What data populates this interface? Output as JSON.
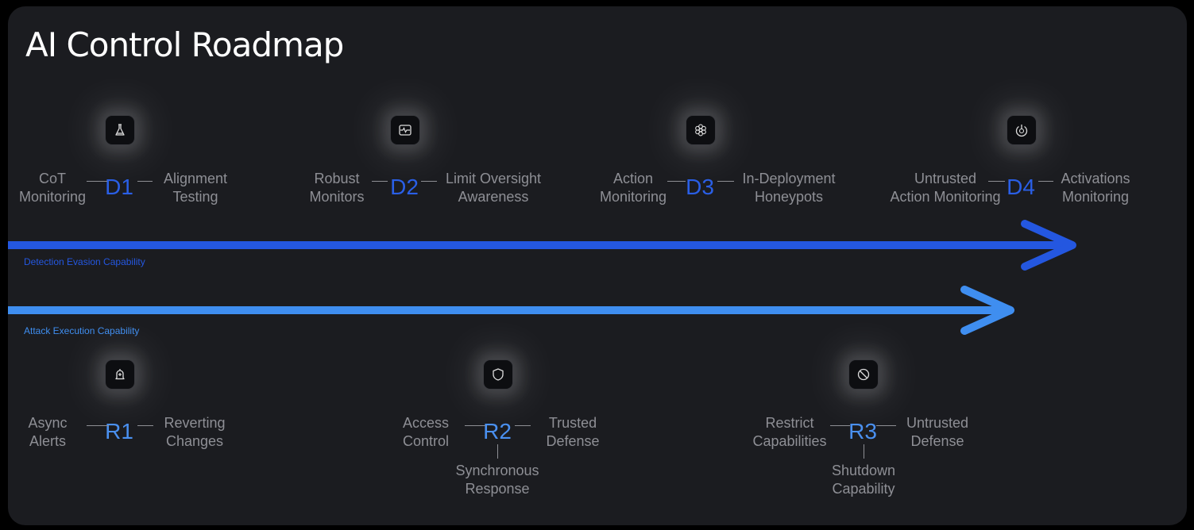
{
  "title": "AI Control Roadmap",
  "arrows": {
    "detection": {
      "label": "Detection Evasion Capability",
      "color": "#2457e0"
    },
    "attack": {
      "label": "Attack Execution Capability",
      "color": "#3f8ef0"
    }
  },
  "detection_nodes": [
    {
      "id": "D1",
      "icon": "flask-icon",
      "left": "CoT\nMonitoring",
      "right": "Alignment\nTesting"
    },
    {
      "id": "D2",
      "icon": "pulse-monitor-icon",
      "left": "Robust\nMonitors",
      "right": "Limit Oversight\nAwareness"
    },
    {
      "id": "D3",
      "icon": "flower-icon",
      "left": "Action\nMonitoring",
      "right": "In-Deployment\nHoneypots"
    },
    {
      "id": "D4",
      "icon": "power-dial-icon",
      "left": "Untrusted\nAction Monitoring",
      "right": "Activations\nMonitoring"
    }
  ],
  "response_nodes": [
    {
      "id": "R1",
      "icon": "bell-alert-icon",
      "left": "Async\nAlerts",
      "right": "Reverting\nChanges",
      "below": ""
    },
    {
      "id": "R2",
      "icon": "shield-icon",
      "left": "Access\nControl",
      "right": "Trusted\nDefense",
      "below": "Synchronous\nResponse"
    },
    {
      "id": "R3",
      "icon": "prohibit-icon",
      "left": "Restrict\nCapabilities",
      "right": "Untrusted\nDefense",
      "below": "Shutdown\nCapability"
    }
  ],
  "colors": {
    "detection_accent": "#2a5fe6",
    "response_accent": "#4a90f0",
    "muted_text": "#8e8f95"
  }
}
